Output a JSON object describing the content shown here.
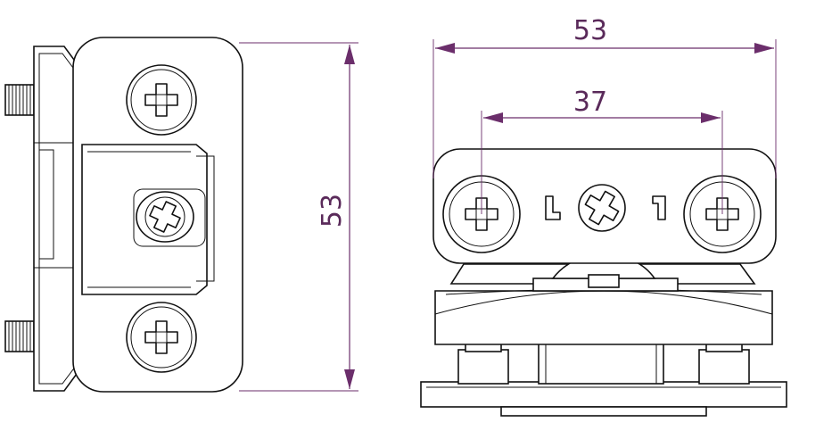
{
  "dimensions": {
    "side_height": "53",
    "front_width": "53",
    "screw_spacing": "37"
  },
  "colors": {
    "dimension": "#6b2e6b",
    "outline": "#111111",
    "background": "#ffffff"
  }
}
